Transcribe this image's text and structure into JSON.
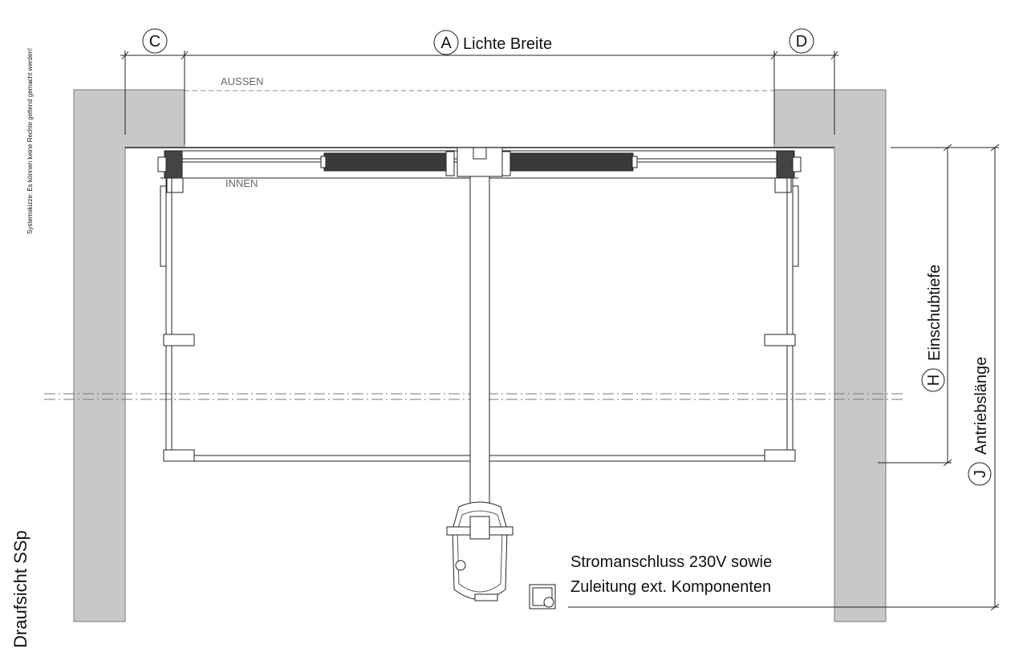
{
  "disclaimer": "Systemskizze: Es können keine Rechte geltend gemacht werden!",
  "view_title": "Draufsicht SSp",
  "side_labels": {
    "outside": "AUSSEN",
    "inside": "INNEN"
  },
  "dimensions": {
    "width": {
      "letter": "A",
      "label": "Lichte Breite"
    },
    "left_jamb": {
      "letter": "C"
    },
    "right_jamb": {
      "letter": "D"
    },
    "depth": {
      "letter": "H",
      "label": "Einschubtiefe"
    },
    "drive_length": {
      "letter": "J",
      "label": "Antriebslänge"
    }
  },
  "power_note": {
    "line1": "Stromanschluss 230V sowie",
    "line2": "Zuleitung ext. Komponenten"
  },
  "colors": {
    "wall": "#c8c8c8",
    "line": "#222222",
    "light_line": "#888888"
  }
}
